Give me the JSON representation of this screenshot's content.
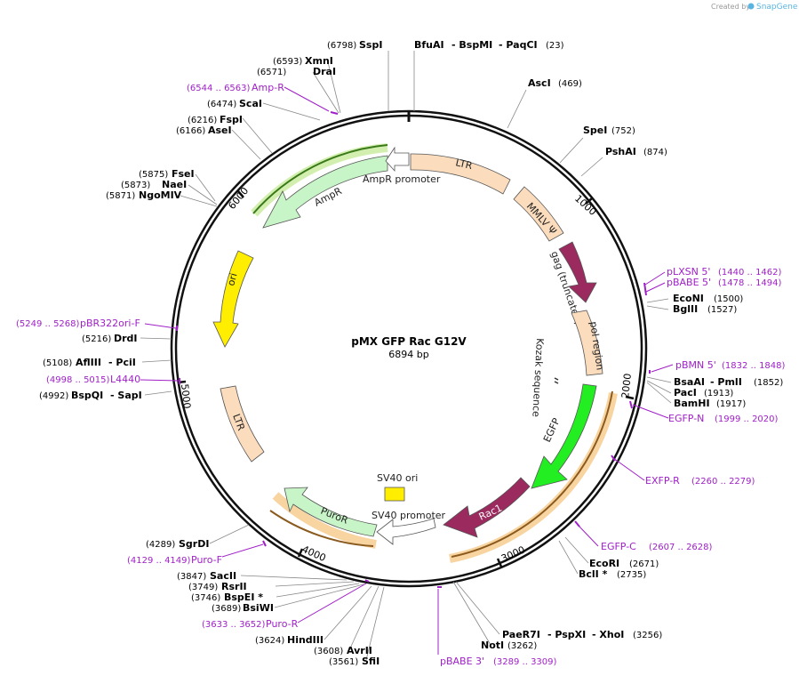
{
  "brand": {
    "created_by": "Created by",
    "app_name": "SnapGene"
  },
  "plasmid": {
    "name": "pMX GFP Rac G12V",
    "length": "6894 bp"
  },
  "ticks": [
    "1000",
    "2000",
    "3000",
    "4000",
    "5000",
    "6000"
  ],
  "features": {
    "ltr_top": "LTR",
    "mmlv": "MMLV Ψ",
    "gag": "gag (truncated)",
    "pol": "pol region",
    "kozak": "Kozak sequence",
    "egfp": "EGFP",
    "rac1": "Rac1",
    "sv40_ori": "SV40 ori",
    "sv40_promoter": "SV40 promoter",
    "puror": "PuroR",
    "ltr_bottom": "LTR",
    "ori": "ori",
    "ampr": "AmpR",
    "ampr_promoter": "AmpR promoter"
  },
  "enzymes": {
    "sspi": {
      "name": "SspI",
      "pos": "(6798)"
    },
    "bfuai": {
      "name": "BfuAI",
      "sep1": "- BspMI",
      "sep2": "- PaqCI",
      "pos": "(23)"
    },
    "asci": {
      "name": "AscI",
      "pos": "(469)"
    },
    "spei": {
      "name": "SpeI",
      "pos": "(752)"
    },
    "pshai": {
      "name": "PshAI",
      "pos": "(874)"
    },
    "econi": {
      "name": "EcoNI",
      "pos": "(1500)"
    },
    "bglii": {
      "name": "BglII",
      "pos": "(1527)"
    },
    "bsaai": {
      "name": "BsaAI",
      "sep": "- PmlI",
      "pos": "(1852)"
    },
    "paci": {
      "name": "PacI",
      "pos": "(1913)"
    },
    "bamhi": {
      "name": "BamHI",
      "pos": "(1917)"
    },
    "ecori": {
      "name": "EcoRI",
      "pos": "(2671)"
    },
    "bcli": {
      "name": "BclI *",
      "pos": "(2735)"
    },
    "paer7i": {
      "name": "PaeR7I",
      "sep1": "- PspXI",
      "sep2": "- XhoI",
      "pos": "(3256)"
    },
    "noti": {
      "name": "NotI",
      "pos": "(3262)"
    },
    "sfii": {
      "name": "SfiI",
      "pos": "(3561)"
    },
    "avrii": {
      "name": "AvrII",
      "pos": "(3608)"
    },
    "hindiii": {
      "name": "HindIII",
      "pos": "(3624)"
    },
    "bsiwi": {
      "name": "BsiWI",
      "pos": "(3689)"
    },
    "bspei": {
      "name": "BspEI *",
      "pos": "(3746)"
    },
    "rsrii": {
      "name": "RsrII",
      "pos": "(3749)"
    },
    "sacii": {
      "name": "SacII",
      "pos": "(3847)"
    },
    "sgrdi": {
      "name": "SgrDI",
      "pos": "(4289)"
    },
    "bspqi": {
      "name": "BspQI",
      "sep": "- SapI",
      "pos": "(4992)"
    },
    "afliii": {
      "name": "AflIII",
      "sep": "- PciI",
      "pos": "(5108)"
    },
    "drdi": {
      "name": "DrdI",
      "pos": "(5216)"
    },
    "ngomiv": {
      "name": "NgoMIV",
      "pos": "(5871)"
    },
    "naei": {
      "name": "NaeI",
      "pos": "(5873)"
    },
    "fsei": {
      "name": "FseI",
      "pos": "(5875)"
    },
    "asei": {
      "name": "AseI",
      "pos": "(6166)"
    },
    "fspi": {
      "name": "FspI",
      "pos": "(6216)"
    },
    "scai": {
      "name": "ScaI",
      "pos": "(6474)"
    },
    "drai": {
      "name": "DraI",
      "pos": "(6571)"
    },
    "xmni": {
      "name": "XmnI",
      "pos": "(6593)"
    }
  },
  "primers": {
    "ampr": {
      "name": "Amp-R",
      "range": "(6544 .. 6563)"
    },
    "plxsn": {
      "name": "pLXSN 5'",
      "range": "(1440 .. 1462)"
    },
    "pbabe5": {
      "name": "pBABE 5'",
      "range": "(1478 .. 1494)"
    },
    "pbmn": {
      "name": "pBMN 5'",
      "range": "(1832 .. 1848)"
    },
    "egfpn": {
      "name": "EGFP-N",
      "range": "(1999 .. 2020)"
    },
    "exfpr": {
      "name": "EXFP-R",
      "range": "(2260 .. 2279)"
    },
    "egfpc": {
      "name": "EGFP-C",
      "range": "(2607 .. 2628)"
    },
    "pbabe3": {
      "name": "pBABE 3'",
      "range": "(3289 .. 3309)"
    },
    "puror": {
      "name": "Puro-R",
      "range": "(3633 .. 3652)"
    },
    "purof": {
      "name": "Puro-F",
      "range": "(4129 .. 4149)"
    },
    "l4440": {
      "name": "L4440",
      "range": "(4998 .. 5015)"
    },
    "pbr322": {
      "name": "pBR322ori-F",
      "range": "(5249 .. 5268)"
    }
  },
  "colors": {
    "ltr": "#fbdcbd",
    "mmlv": "#fbdcbd",
    "gag": "#9b2a5e",
    "pol": "#fbdcbd",
    "egfp": "#22ee22",
    "rac1": "#9b2a5e",
    "sv40ori": "#ffee00",
    "puror": "#c8f5c8",
    "ori": "#ffee00",
    "ampr": "#c8f5c8",
    "primer": "#a020c8",
    "orange_glow": "#f4b860",
    "green_glow": "#b6e47a"
  }
}
